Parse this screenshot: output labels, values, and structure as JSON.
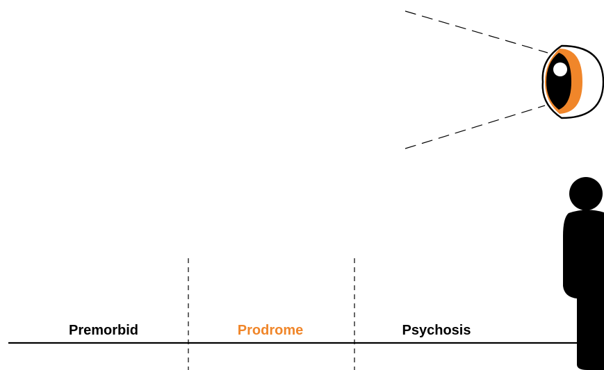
{
  "timeline": {
    "stages": [
      {
        "label": "Premorbid",
        "color": "#000000"
      },
      {
        "label": "Prodrome",
        "color": "#f0862a"
      },
      {
        "label": "Psychosis",
        "color": "#000000"
      }
    ]
  },
  "colors": {
    "accent": "#f0862a",
    "ink": "#000000",
    "background": "#ffffff"
  },
  "icons": {
    "observer": "eye-icon",
    "person": "person-icon"
  }
}
